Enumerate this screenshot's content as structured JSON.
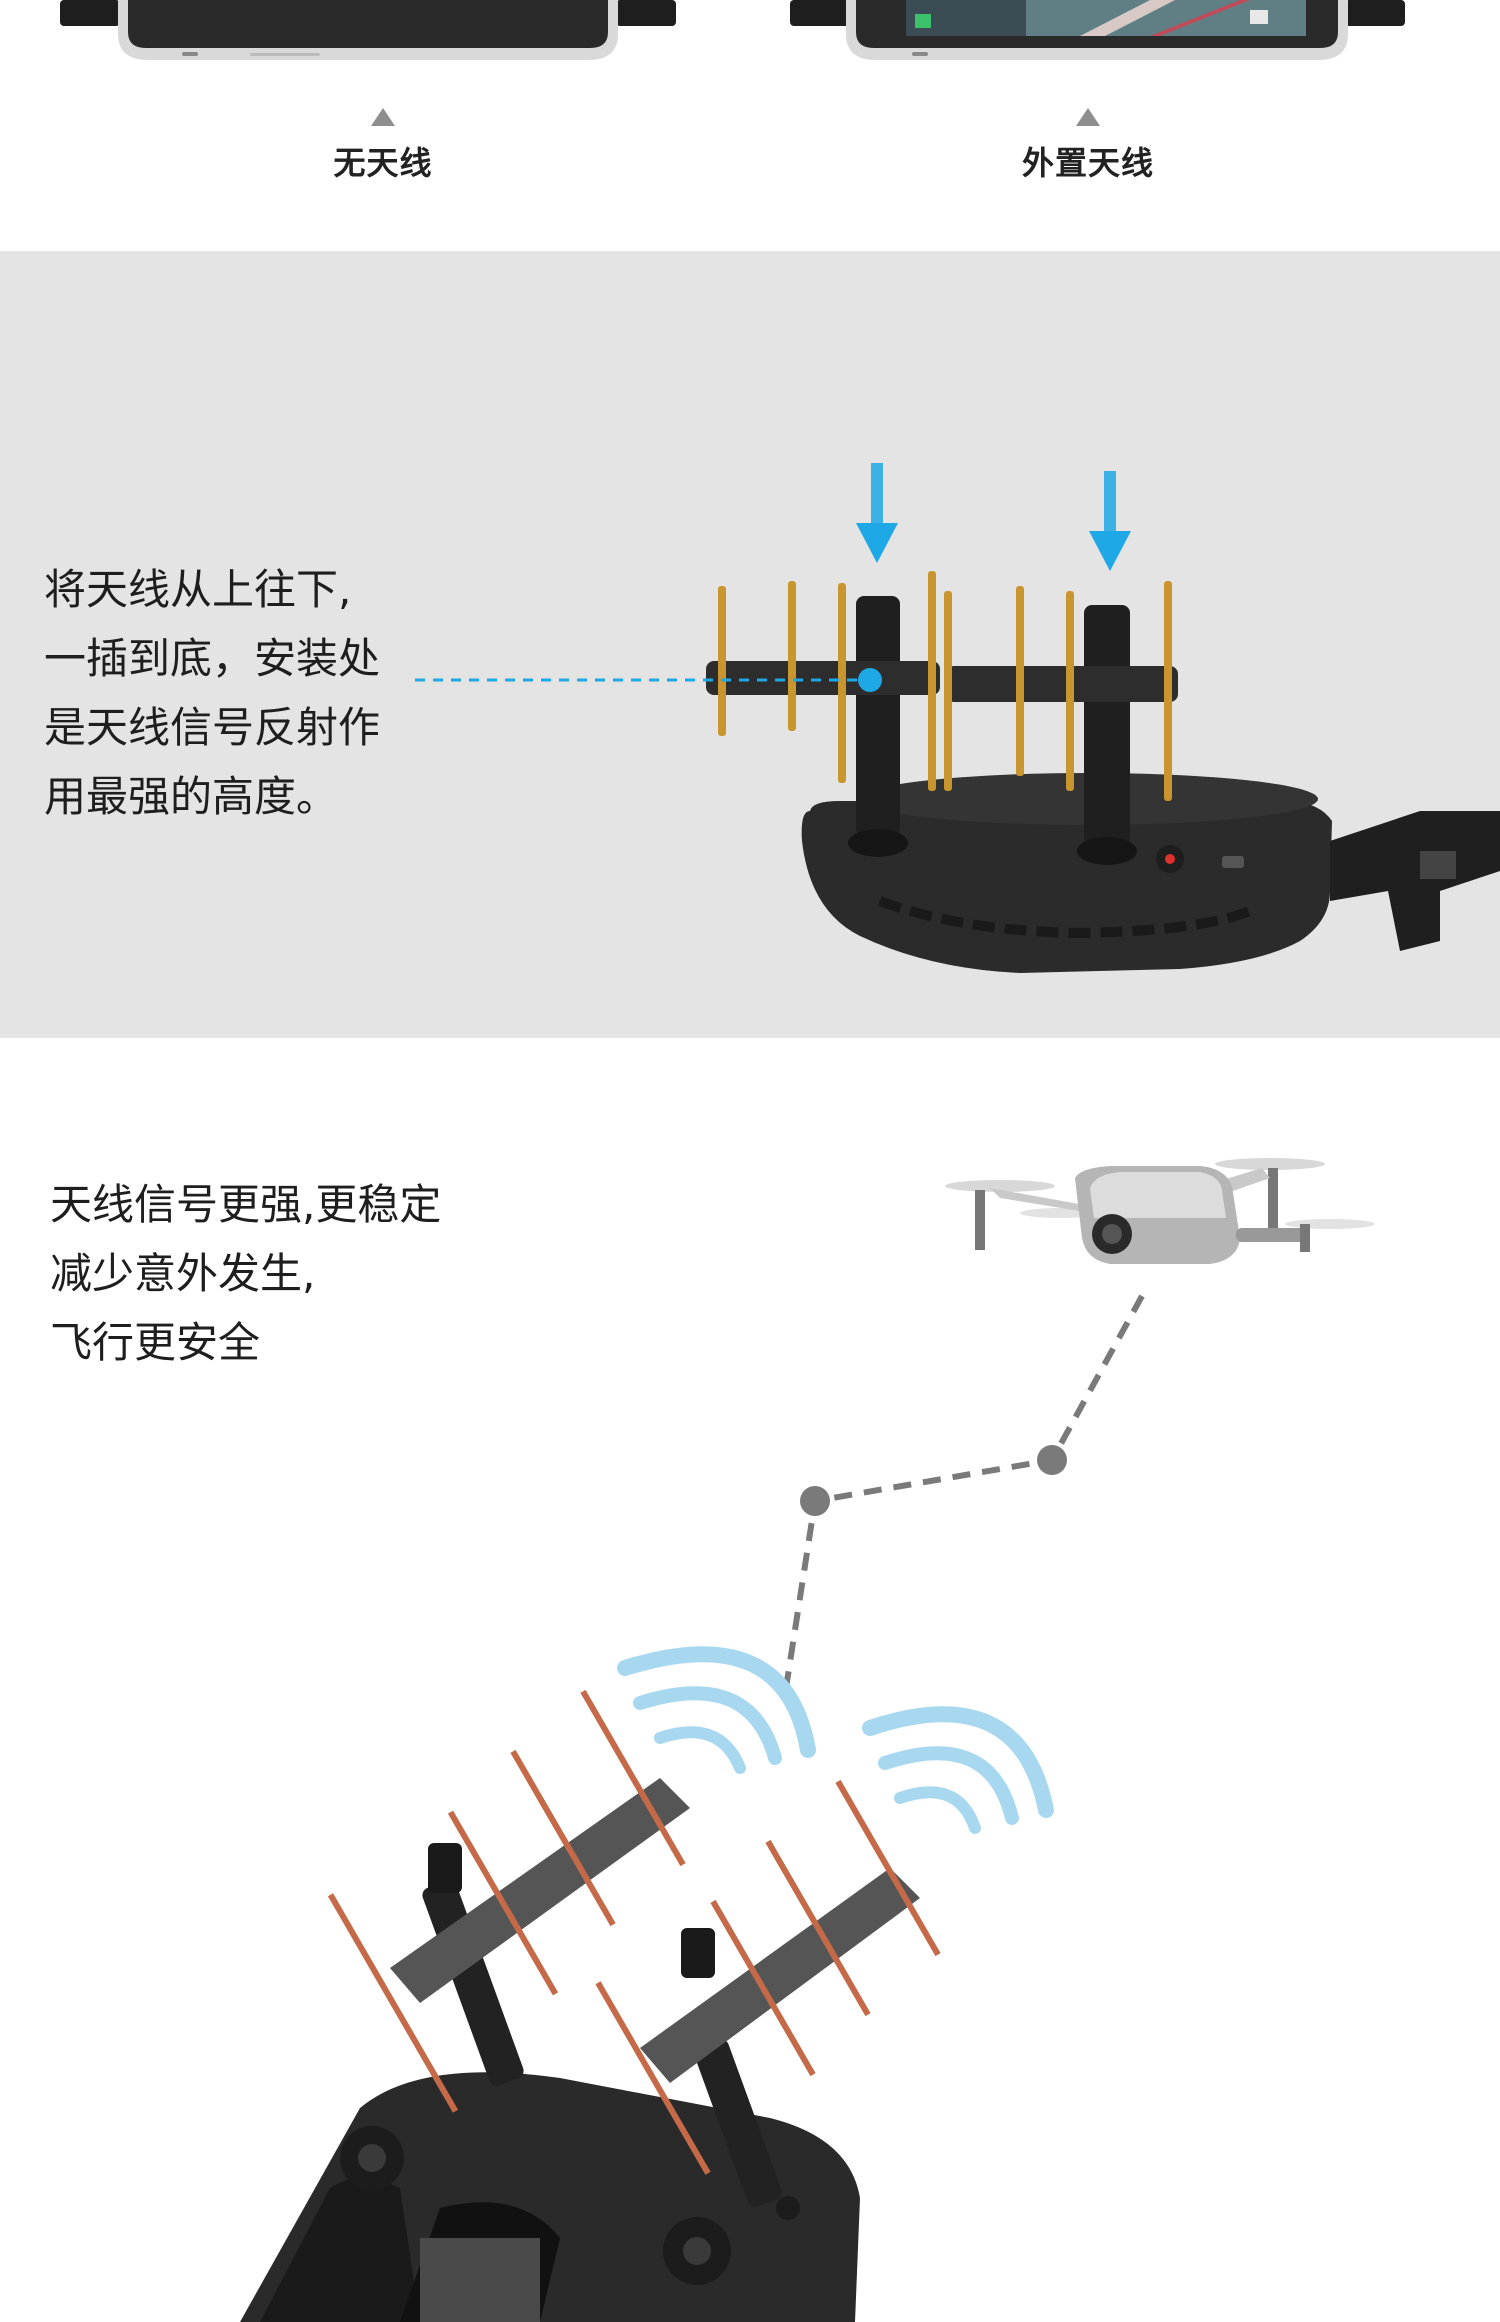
{
  "comparison": {
    "left_caption": "无天线",
    "right_caption": "外置天线"
  },
  "install": {
    "lines": [
      "将天线从上往下,",
      "一插到底，安装处",
      "是天线信号反射作",
      "用最强的高度。"
    ]
  },
  "signal": {
    "lines": [
      "天线信号更强,更稳定",
      "减少意外发生,",
      "飞行更安全"
    ]
  },
  "colors": {
    "install_bg": "#e4e4e4",
    "accent_blue": "#1ea8e6",
    "antenna_gold": "#c8952e",
    "antenna_copper": "#c56a48",
    "dash_gray": "#7a7a7a",
    "wave_blue": "#a8d8f0"
  }
}
